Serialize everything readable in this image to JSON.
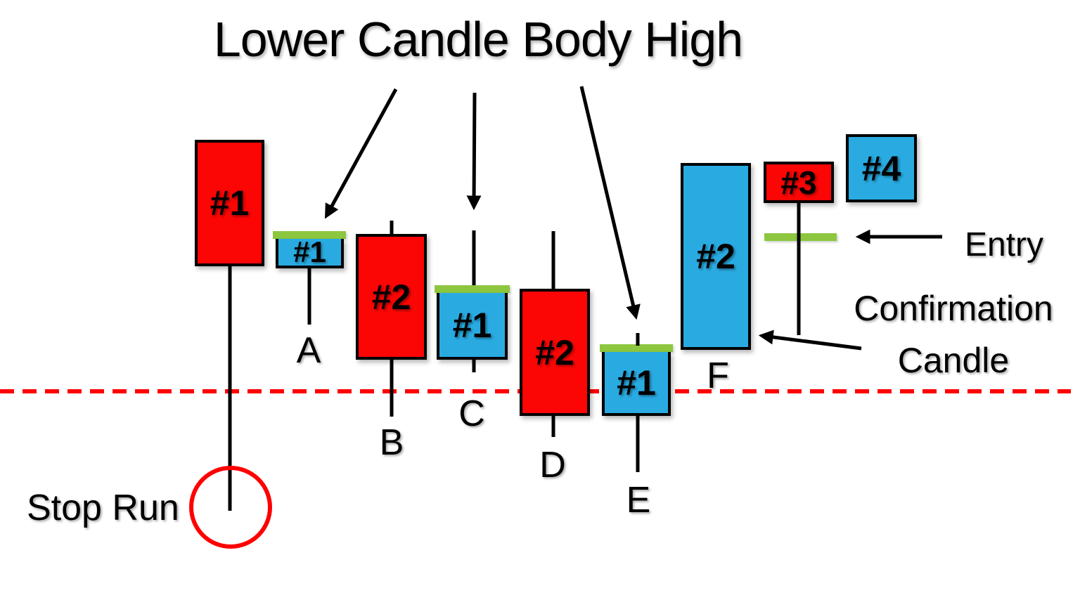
{
  "title": "Lower Candle Body High",
  "colors": {
    "red": "#FB0505",
    "blue": "#29ABE2",
    "green": "#8DC63F",
    "line": "#FF0000"
  },
  "candles": [
    {
      "label": "#1",
      "type": "bearish"
    },
    {
      "label": "#1",
      "type": "bullish",
      "letter": "A",
      "body_high_marker": true
    },
    {
      "label": "#2",
      "type": "bearish",
      "letter": "B"
    },
    {
      "label": "#1",
      "type": "bullish",
      "letter": "C",
      "body_high_marker": true
    },
    {
      "label": "#2",
      "type": "bearish",
      "letter": "D"
    },
    {
      "label": "#1",
      "type": "bullish",
      "letter": "E",
      "body_high_marker": true
    },
    {
      "label": "#2",
      "type": "bullish",
      "letter": "F"
    },
    {
      "label": "#3",
      "type": "bearish",
      "entry_level_marker": true
    },
    {
      "label": "#4",
      "type": "bullish"
    }
  ],
  "annotations": {
    "stop_run": "Stop Run",
    "entry": "Entry",
    "confirmation_line1": "Confirmation",
    "confirmation_line2": "Candle"
  }
}
